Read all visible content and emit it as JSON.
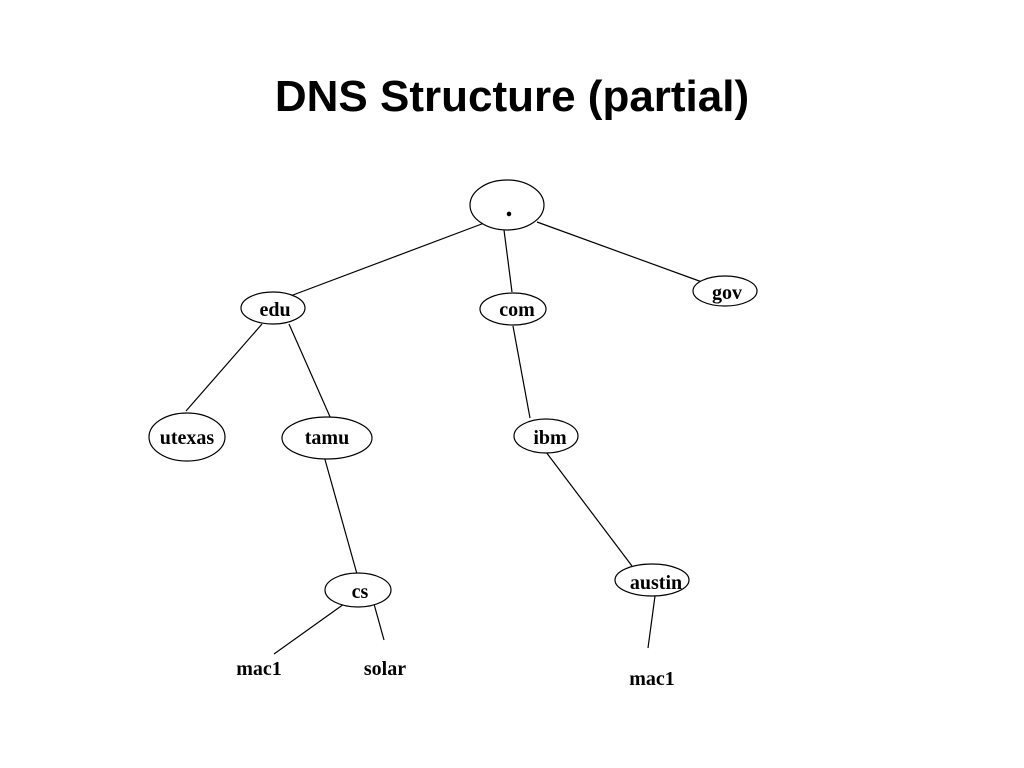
{
  "title": "DNS Structure (partial)",
  "tree": {
    "root": ".",
    "tld": {
      "edu": "edu",
      "com": "com",
      "gov": "gov"
    },
    "second_level": {
      "utexas": "utexas",
      "tamu": "tamu",
      "ibm": "ibm"
    },
    "third_level": {
      "cs": "cs",
      "austin": "austin"
    },
    "hosts": {
      "cs_mac1": "mac1",
      "cs_solar": "solar",
      "austin_mac1": "mac1"
    }
  }
}
